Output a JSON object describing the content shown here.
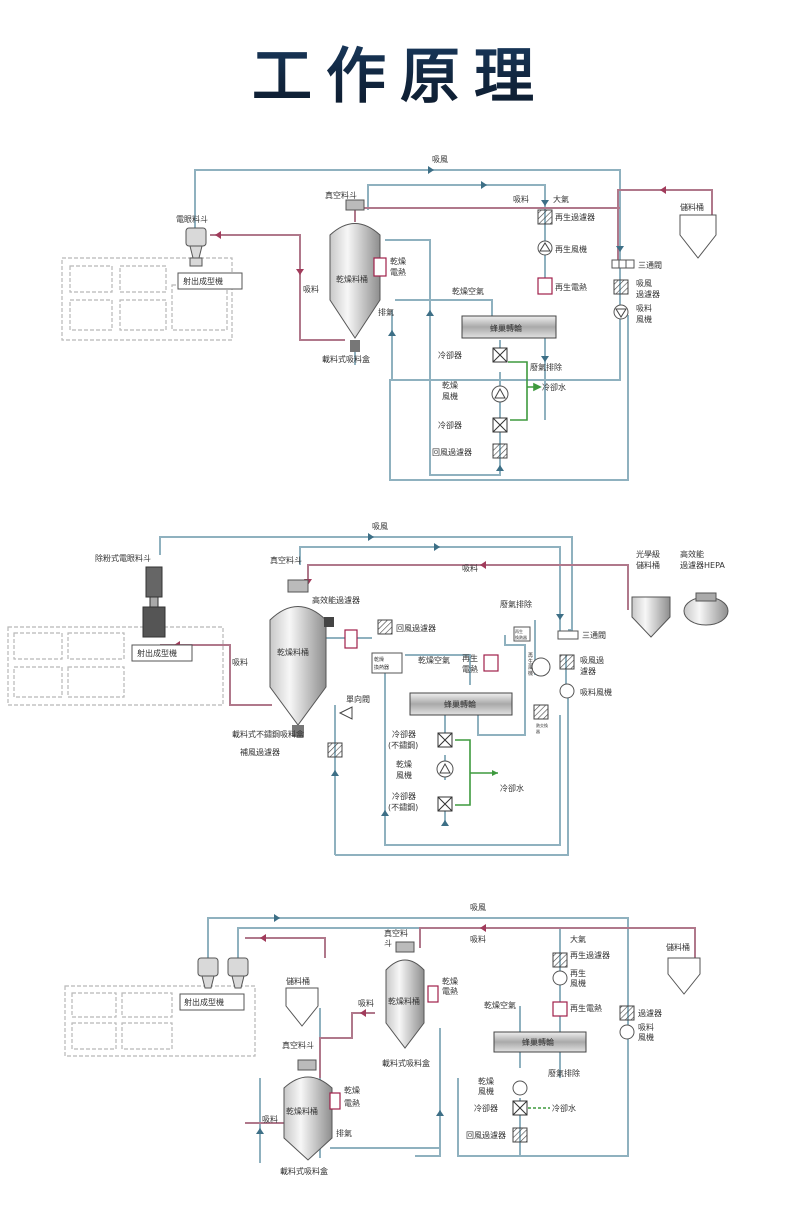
{
  "page": {
    "title": "工作原理"
  },
  "d1": {
    "suction_air": "吸風",
    "vacuum_hopper": "真空料斗",
    "suction_material": "吸料",
    "atmosphere": "大氣",
    "storage_bin": "儲料桶",
    "hopper_loader": "電眼料斗",
    "regen_filter": "再生過濾器",
    "dryer_bin": "乾燥料桶",
    "dry_heater": [
      "乾燥",
      "電熱"
    ],
    "regen_blower": "再生風機",
    "three_way": "三通閥",
    "molding_machine": "射出成型機",
    "material_suction": "吸料",
    "regen_heater": "再生電熱",
    "suction_filter": [
      "吸風",
      "過濾器"
    ],
    "suction_blower": [
      "吸料",
      "風機"
    ],
    "exhaust": "排氣",
    "dry_air": "乾燥空氣",
    "honeycomb": "蜂巢轉輪",
    "pickup_box": "載料式吸料盒",
    "cooler_1": "冷卻器",
    "waste_exhaust": "廢氣排除",
    "dry_blower": [
      "乾燥",
      "風機"
    ],
    "cooling_water": "冷卻水",
    "cooler_2": "冷卻器",
    "return_filter": "回風過濾器"
  },
  "d2": {
    "suction_air": "吸風",
    "dust_hopper": "除粉式電眼料斗",
    "vacuum_hopper": "真空料斗",
    "suction_material": "吸料",
    "optical_bin": [
      "光學級",
      "儲料桶"
    ],
    "hepa": [
      "高效能",
      "過濾器HEPA"
    ],
    "hepa_filter": "高效能過濾器",
    "waste_exhaust": "廢氣排除",
    "return_filter": "回風過濾器",
    "three_way": "三通閥",
    "molding_machine": "射出成型機",
    "material_suction": "吸料",
    "dryer_bin": "乾燥料桶",
    "small_hx": [
      "乾燥",
      "換熱器"
    ],
    "dry_air": "乾燥空氣",
    "regen_heater": [
      "再生",
      "電熱"
    ],
    "regen_blower_small": [
      "再",
      "生",
      "風",
      "機"
    ],
    "regen_hx_small": [
      "再生",
      "換熱器"
    ],
    "suction_filter": [
      "吸風過",
      "濾器"
    ],
    "suction_blower": "吸料風機",
    "check_valve": "單向閥",
    "honeycomb": "蜂巢轉輪",
    "pickup_box": "載料式不鏽鋼吸料盒",
    "makeup_filter": "補風過濾器",
    "hot_exchanger": [
      "熱交換",
      "器"
    ],
    "cooler_1": [
      "冷卻器",
      "(不鏽鋼)"
    ],
    "dry_blower": [
      "乾燥",
      "風機"
    ],
    "cooling_water": "冷卻水",
    "cooler_2": [
      "冷卻器",
      "(不鏽鋼)"
    ]
  },
  "d3": {
    "suction_air": "吸風",
    "vacuum_hopper_top": [
      "真空料",
      "斗"
    ],
    "material_suction_top": "吸料",
    "atmosphere": "大氣",
    "storage_bin_right": "儲料桶",
    "regen_filter": "再生過濾器",
    "storage_bin_mid": "儲料桶",
    "regen_blower": [
      "再生",
      "風機"
    ],
    "molding_machine": "射出成型機",
    "dry_heater": [
      "乾燥",
      "電熱"
    ],
    "dryer_bin_top": "乾燥料桶",
    "material_suction": "吸料",
    "dry_air": "乾燥空氣",
    "regen_heater": "再生電熱",
    "filter": "過濾器",
    "suction_blower": [
      "吸料",
      "風機"
    ],
    "vacuum_hopper_bottom": "真空料斗",
    "honeycomb": "蜂巢轉輪",
    "pickup_box_top": "載料式吸料盒",
    "waste_exhaust": "廢氣排除",
    "dry_heater_bottom": [
      "乾燥",
      "電熱"
    ],
    "dry_blower": [
      "乾燥",
      "風機"
    ],
    "dryer_bin_bottom": "乾燥料桶",
    "cooler": "冷卻器",
    "cooling_water": "冷卻水",
    "material_suction_left": "吸料",
    "exhaust": "排氣",
    "return_filter": "回風過濾器",
    "pickup_box_bottom": "載料式吸料盒"
  }
}
